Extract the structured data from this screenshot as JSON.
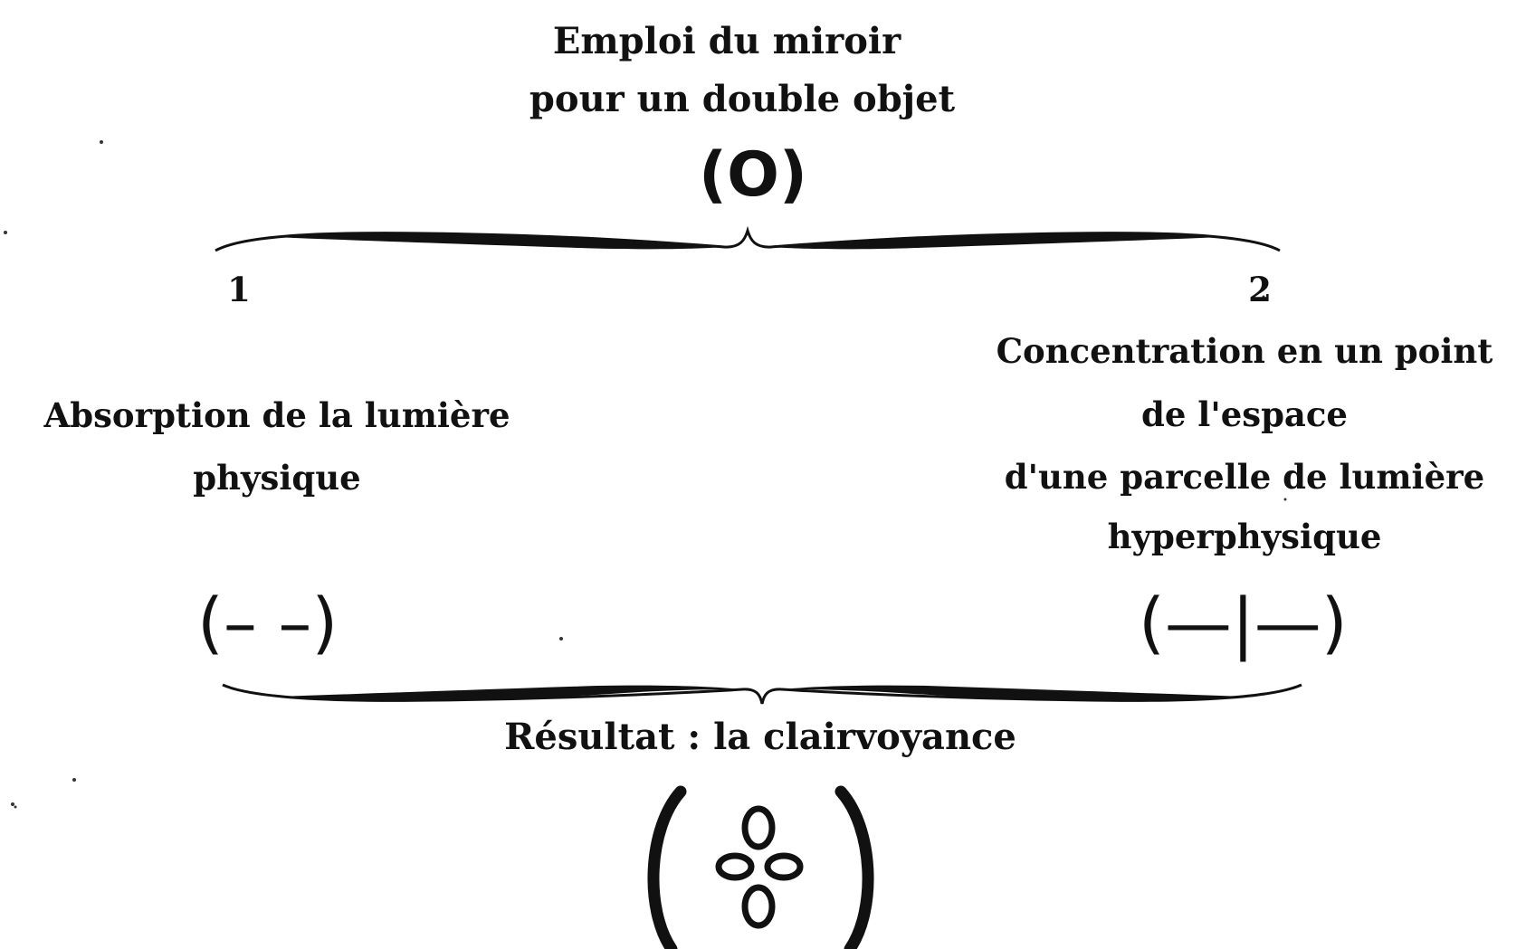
{
  "title_line1": "Emploi du miroir",
  "title_line2": "pour un double objet",
  "top_symbol": "(O)",
  "left": {
    "number": "1",
    "line1": "Absorption de la lumière",
    "line2": "physique",
    "symbol": "(– –)"
  },
  "right": {
    "number": "2",
    "line1": "Concentration en un point",
    "line2": "de l'espace",
    "line3": "d'une parcelle de lumière",
    "line4": "hyperphysique",
    "symbol": "(—|—)"
  },
  "result_label": "Résultat : la clairvoyance",
  "colors": {
    "ink": "#111111",
    "paper": "#ffffff"
  }
}
